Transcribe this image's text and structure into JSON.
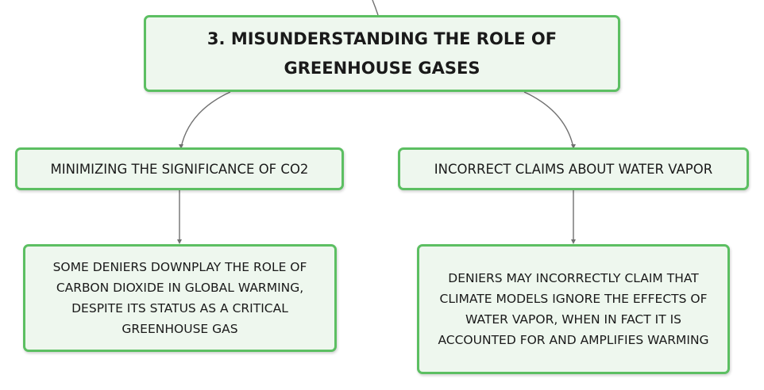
{
  "colors": {
    "node_fill": "#eef7ee",
    "node_border": "#5cbf62",
    "connector": "#707070",
    "text": "#1a1a1a"
  },
  "root": {
    "label": "3. Misunderstanding the Role of Greenhouse Gases"
  },
  "branches": [
    {
      "label": "Minimizing the Significance of CO2",
      "detail": "Some deniers downplay the role of carbon dioxide in global warming, despite its status as a critical greenhouse gas"
    },
    {
      "label": "Incorrect Claims About Water Vapor",
      "detail": "Deniers may incorrectly claim that climate models ignore the effects of water vapor, when in fact it is accounted for and amplifies warming"
    }
  ]
}
